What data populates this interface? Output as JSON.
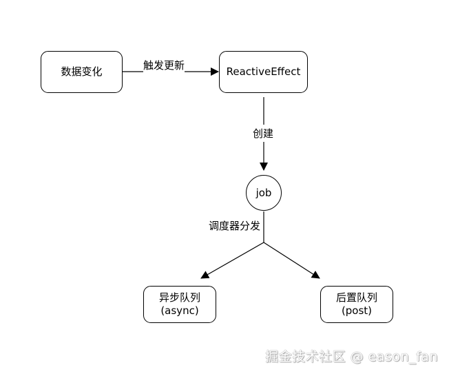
{
  "nodes": {
    "data_change": "数据变化",
    "reactive_effect": "ReactiveEffect",
    "job": "job",
    "async_queue": {
      "line1": "异步队列",
      "line2": "(async)"
    },
    "post_queue": {
      "line1": "后置队列",
      "line2": "(post)"
    }
  },
  "edges": {
    "trigger_update": "触发更新",
    "create": "创建",
    "scheduler_dispatch": "调度器分发"
  },
  "watermark": "掘金技术社区 @ eason_fan"
}
